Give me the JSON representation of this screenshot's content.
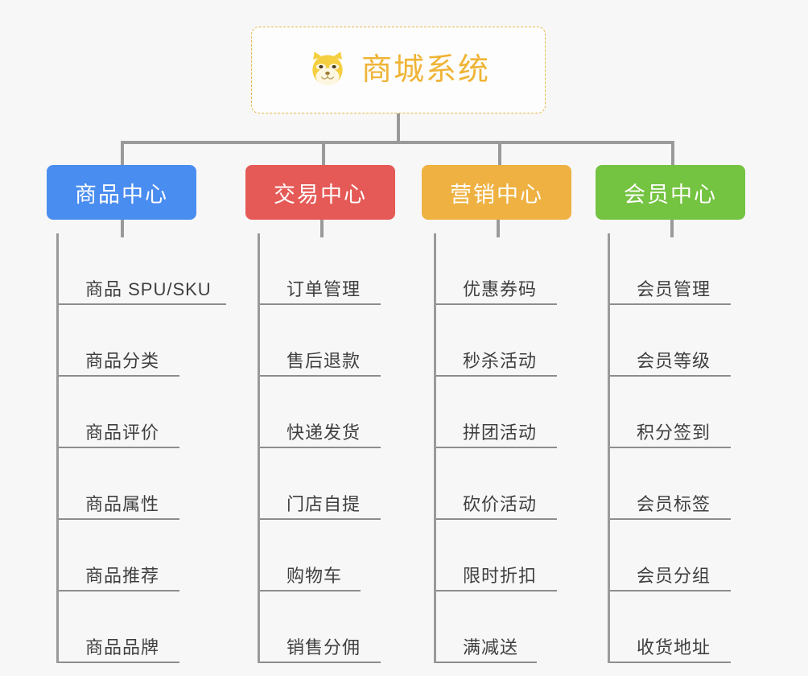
{
  "diagram": {
    "type": "organization-chart",
    "background_color": "#f7f7f7",
    "connector_color": "#9a9a9a"
  },
  "root": {
    "title": "商城系统",
    "icon": "shiba-dog-face-icon",
    "border_color": "#e8b84b",
    "text_color": "#efb436"
  },
  "columns": [
    {
      "header": "商品中心",
      "color": "#4a8df0",
      "items": [
        "商品 SPU/SKU",
        "商品分类",
        "商品评价",
        "商品属性",
        "商品推荐",
        "商品品牌"
      ]
    },
    {
      "header": "交易中心",
      "color": "#e55a56",
      "items": [
        "订单管理",
        "售后退款",
        "快递发货",
        "门店自提",
        "购物车",
        "销售分佣"
      ]
    },
    {
      "header": "营销中心",
      "color": "#eeb142",
      "items": [
        "优惠券码",
        "秒杀活动",
        "拼团活动",
        "砍价活动",
        "限时折扣",
        "满减送"
      ]
    },
    {
      "header": "会员中心",
      "color": "#74c341",
      "items": [
        "会员管理",
        "会员等级",
        "积分签到",
        "会员标签",
        "会员分组",
        "收货地址"
      ]
    }
  ]
}
